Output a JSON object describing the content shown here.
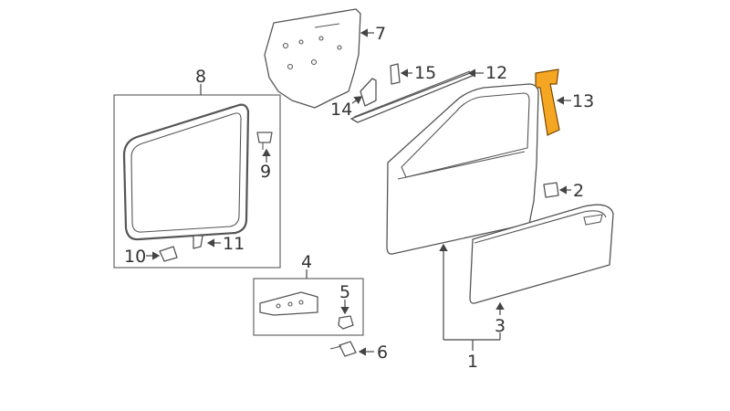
{
  "diagram": {
    "highlight_color": "#f5a623",
    "callouts": {
      "c1": "1",
      "c2": "2",
      "c3": "3",
      "c4": "4",
      "c5": "5",
      "c6": "6",
      "c7": "7",
      "c8": "8",
      "c9": "9",
      "c10": "10",
      "c11": "11",
      "c12": "12",
      "c13": "13",
      "c14": "14",
      "c15": "15"
    }
  }
}
